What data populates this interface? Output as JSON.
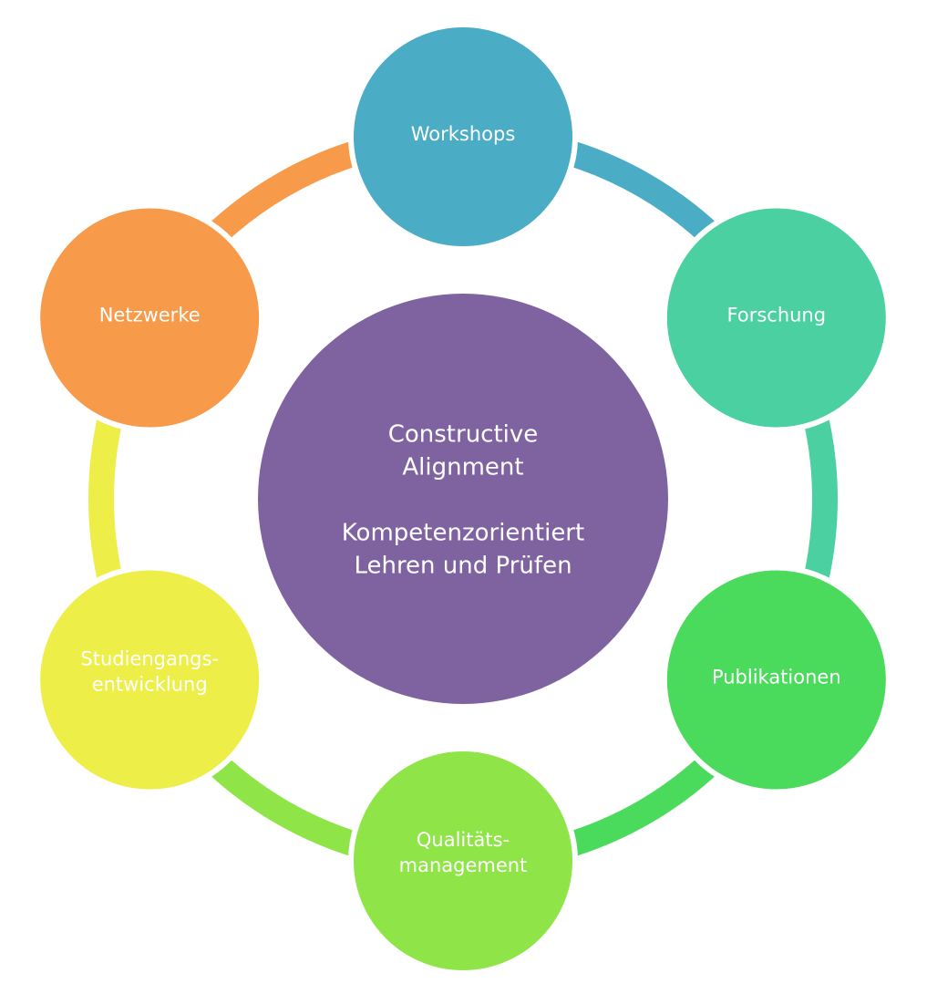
{
  "title": "Constructive Alignment cycle diagram",
  "center": {
    "lines": [
      "Constructive",
      "Alignment",
      "",
      "Kompetenzorientiert",
      "Lehren und Prüfen"
    ],
    "color": "#7F63A1"
  },
  "nodes": [
    {
      "id": "workshops",
      "lines": [
        "Workshops"
      ],
      "color": "#4BACC6"
    },
    {
      "id": "forschung",
      "lines": [
        "Forschung"
      ],
      "color": "#4AD0A1"
    },
    {
      "id": "publikationen",
      "lines": [
        "Publikationen"
      ],
      "color": "#4ADB5C"
    },
    {
      "id": "qualitaetsmanagement",
      "lines": [
        "Qualitäts-",
        "management"
      ],
      "color": "#8FE548"
    },
    {
      "id": "studiengangsentwicklung",
      "lines": [
        "Studiengangs-",
        "entwicklung"
      ],
      "color": "#EDEE48"
    },
    {
      "id": "netzwerke",
      "lines": [
        "Netzwerke"
      ],
      "color": "#F79A4A"
    }
  ],
  "connectors": [
    {
      "from": "workshops",
      "to": "forschung",
      "color": "#4BACC6"
    },
    {
      "from": "forschung",
      "to": "publikationen",
      "color": "#4AD0A1"
    },
    {
      "from": "publikationen",
      "to": "qualitaetsmanagement",
      "color": "#4ADB5C"
    },
    {
      "from": "qualitaetsmanagement",
      "to": "studiengangsentwicklung",
      "color": "#8FE548"
    },
    {
      "from": "studiengangsentwicklung",
      "to": "netzwerke",
      "color": "#EDEE48"
    },
    {
      "from": "netzwerke",
      "to": "workshops",
      "color": "#F79A4A"
    }
  ]
}
